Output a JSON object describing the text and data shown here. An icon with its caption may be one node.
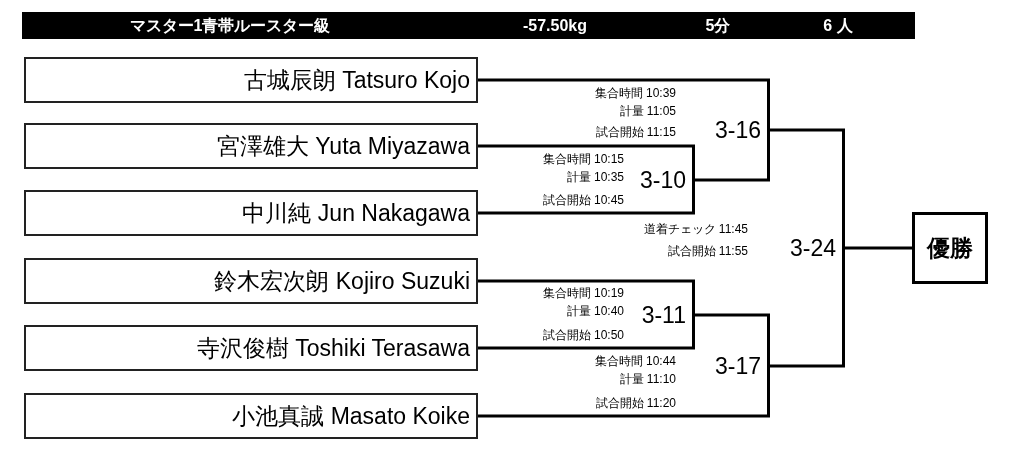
{
  "diagram": {
    "nodes": [
      {
        "text": [
          "古城辰朗 Tatsuro Kojo"
        ]
      },
      {
        "text": [
          "宮澤雄大 Yuta Miyazawa"
        ]
      },
      {
        "text": [
          "中川純 Jun Nakagawa"
        ]
      },
      {
        "text": [
          "鈴木宏次朗 Kojiro Suzuki"
        ]
      },
      {
        "text": [
          "寺沢俊樹 Toshiki Terasawa"
        ]
      },
      {
        "text": [
          "小池真誠 Masato Koike"
        ]
      },
      {
        "text": [
          "3-10"
        ],
        "beside": [
          "集合時間 10:15",
          "計量 10:35",
          "試合開始 10:45"
        ]
      },
      {
        "text": [
          "3-11"
        ],
        "beside": [
          "集合時間 10:19",
          "計量 10:40",
          "試合開始 10:50"
        ]
      },
      {
        "text": [
          "3-16"
        ],
        "beside": [
          "集合時間 10:39",
          "計量 11:05",
          "試合開始 11:15"
        ]
      },
      {
        "text": [
          "3-17"
        ],
        "beside": [
          "集合時間 10:44",
          "計量 11:10",
          "試合開始 11:20"
        ]
      },
      {
        "text": [
          "3-24"
        ],
        "beside": [
          "道着チェック 11:45",
          "試合開始 11:55"
        ]
      },
      {
        "text": [
          "優勝"
        ]
      }
    ],
    "edges": [
      {
        "from": 1,
        "to": 6,
        "arrow": "none"
      },
      {
        "from": 2,
        "to": 6,
        "arrow": "none"
      },
      {
        "from": 0,
        "to": 8,
        "arrow": "none"
      },
      {
        "from": 6,
        "to": 8,
        "arrow": "none"
      },
      {
        "from": 3,
        "to": 7,
        "arrow": "none"
      },
      {
        "from": 4,
        "to": 7,
        "arrow": "none"
      },
      {
        "from": 7,
        "to": 9,
        "arrow": "none"
      },
      {
        "from": 5,
        "to": 9,
        "arrow": "none"
      },
      {
        "from": 8,
        "to": 10,
        "arrow": "none"
      },
      {
        "from": 9,
        "to": 10,
        "arrow": "none"
      },
      {
        "from": 10,
        "to": 11,
        "arrow": "none"
      }
    ],
    "labels": [
      "マスター1青帯ルースター級",
      "-57.50kg",
      "5分",
      "6 人"
    ]
  }
}
